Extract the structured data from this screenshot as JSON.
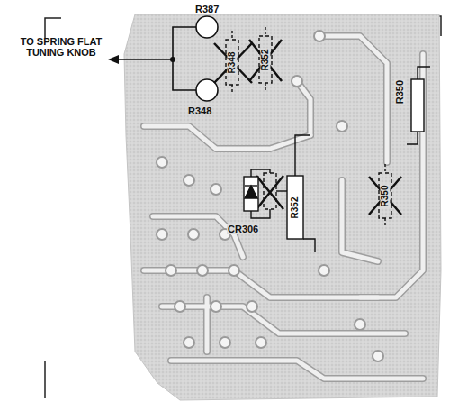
{
  "diagram": {
    "labels": [
      "TO SPRING FLAT TUNING KNOB",
      "R387",
      "R348",
      "R348",
      "R352",
      "R350",
      "R350",
      "R352",
      "CR306"
    ]
  }
}
